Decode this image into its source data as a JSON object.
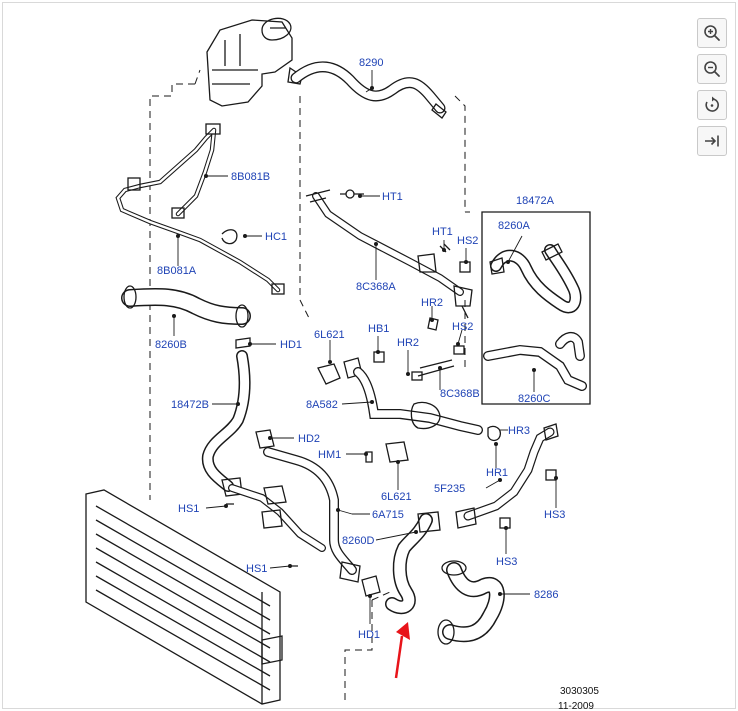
{
  "toolbar": {
    "buttons": [
      {
        "id": "zoom-in",
        "icon": "zoom-in-icon"
      },
      {
        "id": "zoom-out",
        "icon": "zoom-out-icon"
      },
      {
        "id": "reset",
        "icon": "rotate-reset-icon"
      },
      {
        "id": "expand",
        "icon": "arrow-right-to-bar-icon"
      }
    ]
  },
  "labels": {
    "l8290": "8290",
    "l8B081B": "8B081B",
    "lHT1a": "HT1",
    "l18472A": "18472A",
    "lHC1": "HC1",
    "lHT1b": "HT1",
    "lHS2a": "HS2",
    "l8260A": "8260A",
    "l8B081A": "8B081A",
    "l8C368A": "8C368A",
    "lHR2a": "HR2",
    "lHS2b": "HS2",
    "l8260B": "8260B",
    "l6L621a": "6L621",
    "lHB1": "HB1",
    "lHR2b": "HR2",
    "lHD1a": "HD1",
    "l8C368B": "8C368B",
    "l18472B": "18472B",
    "l8A582": "8A582",
    "l8260C": "8260C",
    "lHR3": "HR3",
    "lHD2": "HD2",
    "lHM1": "HM1",
    "lHR1": "HR1",
    "l5F235": "5F235",
    "l6L621b": "6L621",
    "lHS3a": "HS3",
    "lHS1a": "HS1",
    "l6A715": "6A715",
    "l8260D": "8260D",
    "lHS3b": "HS3",
    "lHS1b": "HS1",
    "l8286": "8286",
    "lHD1b": "HD1"
  },
  "footer": {
    "code": "3030305",
    "date": "11-2009"
  },
  "colors": {
    "label": "#1f43b5",
    "line": "#1a1a1a",
    "arrow": "#e8141a"
  }
}
